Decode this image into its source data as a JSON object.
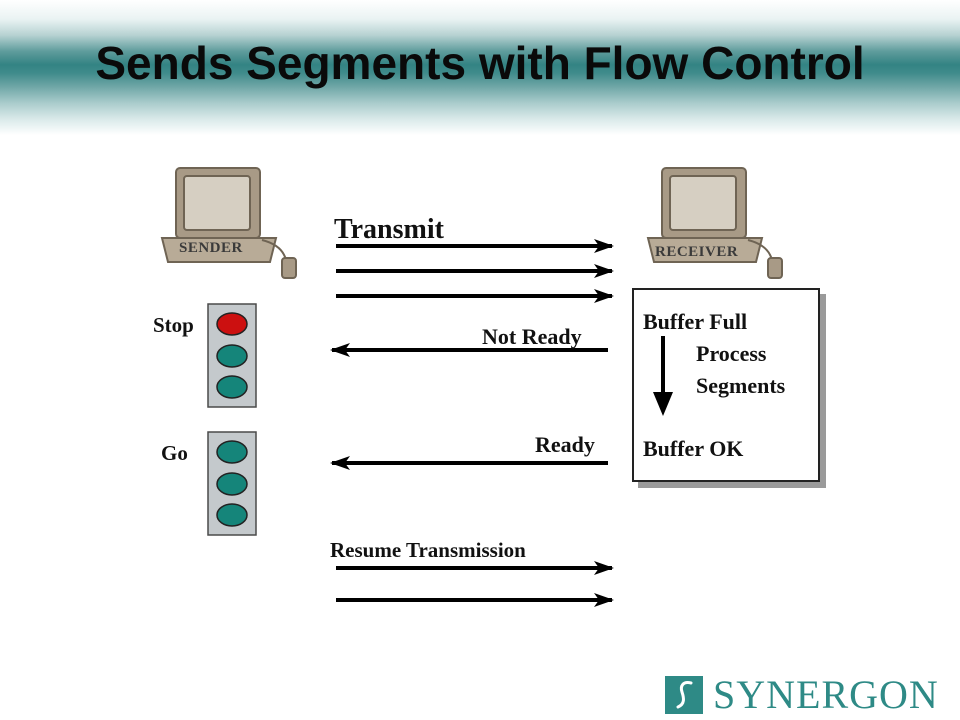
{
  "title": "Sends Segments with Flow Control",
  "sender": {
    "label": "SENDER"
  },
  "receiver": {
    "label": "RECEIVER"
  },
  "messages": {
    "transmit": "Transmit",
    "not_ready": "Not Ready",
    "ready": "Ready",
    "resume": "Resume Transmission"
  },
  "lights": {
    "stop": "Stop",
    "go": "Go",
    "on_color": "#cc1010",
    "off_color": "#15857a"
  },
  "buffer": {
    "full": "Buffer Full",
    "process_line1": "Process",
    "process_line2": "Segments",
    "ok": "Buffer OK"
  },
  "logo": {
    "text": "SYNERGON",
    "color": "#2e8a86"
  }
}
